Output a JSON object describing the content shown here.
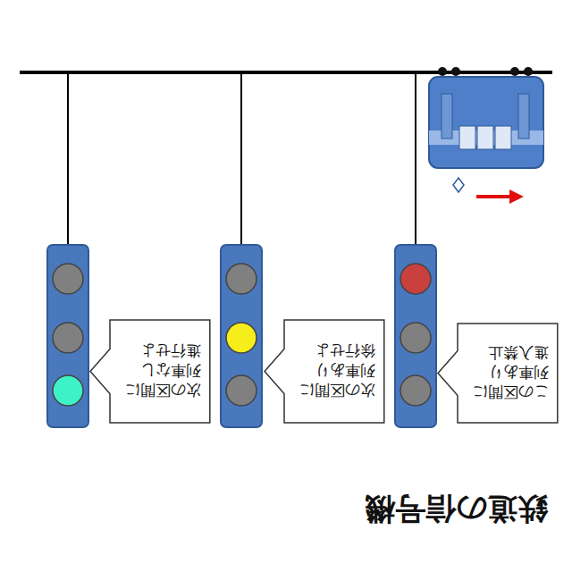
{
  "diagram": {
    "title": "鉄道の信号機",
    "nodes": [
      {
        "text": [
          "次の区間に 列車なし 進行せよ"
        ]
      },
      {
        "text": [
          "次の区間に 列車あり 徐行せよ"
        ]
      },
      {
        "text": [
          "この区間に 列車あり 進入禁止"
        ]
      }
    ]
  }
}
